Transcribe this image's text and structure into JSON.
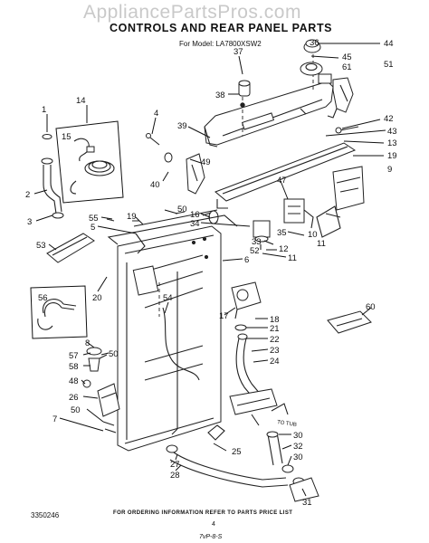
{
  "watermark": "AppliancePartsPros.com",
  "title": "CONTROLS AND REAR PANEL PARTS",
  "model_line": "For Model: LA7800XSW2",
  "footer_note": "FOR ORDERING INFORMATION REFER TO PARTS PRICE LIST",
  "page_number": "4",
  "document_number": "3350246",
  "handwritten_note": "7vP-8-S",
  "hose_label": "TO TUB",
  "callouts": {
    "c36": "36",
    "c44": "44",
    "c37": "37",
    "c45": "45",
    "c61": "61",
    "c51": "51",
    "c38": "38",
    "c1": "1",
    "c14": "14",
    "c4": "4",
    "c42": "42",
    "c43": "43",
    "c13": "13",
    "c39": "39",
    "c19a": "19",
    "c15": "15",
    "c9": "9",
    "c49": "49",
    "c40": "40",
    "c47": "47",
    "c2": "2",
    "c50a": "50",
    "c16": "16",
    "c34": "34",
    "c33": "33",
    "c35": "35",
    "c10": "10",
    "c3": "3",
    "c55": "55",
    "c19b": "19",
    "c5": "5",
    "c52": "52",
    "c12": "12",
    "c11a": "11",
    "c11b": "11",
    "c53": "53",
    "c6": "6",
    "c20": "20",
    "c60": "60",
    "c56": "56",
    "c54": "54",
    "c17": "17",
    "c18": "18",
    "c21": "21",
    "c8": "8",
    "c22": "22",
    "c23": "23",
    "c24": "24",
    "c50b": "50",
    "c57": "57",
    "c58": "58",
    "c48": "48",
    "c26": "26",
    "c50c": "50",
    "c7": "7",
    "c25": "25",
    "c30a": "30",
    "c32": "32",
    "c30b": "30",
    "c27": "27",
    "c28": "28",
    "c31": "31"
  }
}
